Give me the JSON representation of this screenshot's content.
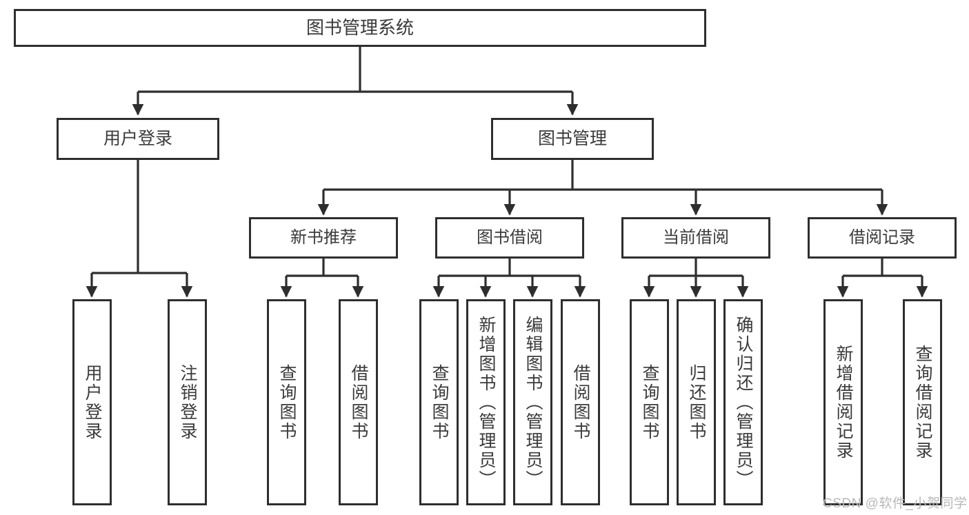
{
  "diagram": {
    "title": "图书管理系统",
    "type": "tree-hierarchy-chart",
    "root": {
      "label": "图书管理系统"
    },
    "level2": [
      {
        "label": "用户登录"
      },
      {
        "label": "图书管理"
      }
    ],
    "level3": [
      {
        "label": "新书推荐"
      },
      {
        "label": "图书借阅"
      },
      {
        "label": "当前借阅"
      },
      {
        "label": "借阅记录"
      }
    ],
    "leaves": [
      {
        "label": "用户登录"
      },
      {
        "label": "注销登录"
      },
      {
        "label": "查询图书"
      },
      {
        "label": "借阅图书"
      },
      {
        "label": "查询图书"
      },
      {
        "label": "新增图书（管理员）"
      },
      {
        "label": "编辑图书（管理员）"
      },
      {
        "label": "借阅图书"
      },
      {
        "label": "查询图书"
      },
      {
        "label": "归还图书"
      },
      {
        "label": "确认归还（管理员）"
      },
      {
        "label": "新增借阅记录"
      },
      {
        "label": "查询借阅记录"
      }
    ],
    "colors": {
      "box_border": "#2e2e2e",
      "box_fill": "#ffffff",
      "edge": "#2e2e2e",
      "text": "#3a3a3a",
      "watermark": "#b8b8b8",
      "background": "#ffffff"
    }
  },
  "watermark": {
    "text": "CSDN @软件_小贺同学"
  }
}
